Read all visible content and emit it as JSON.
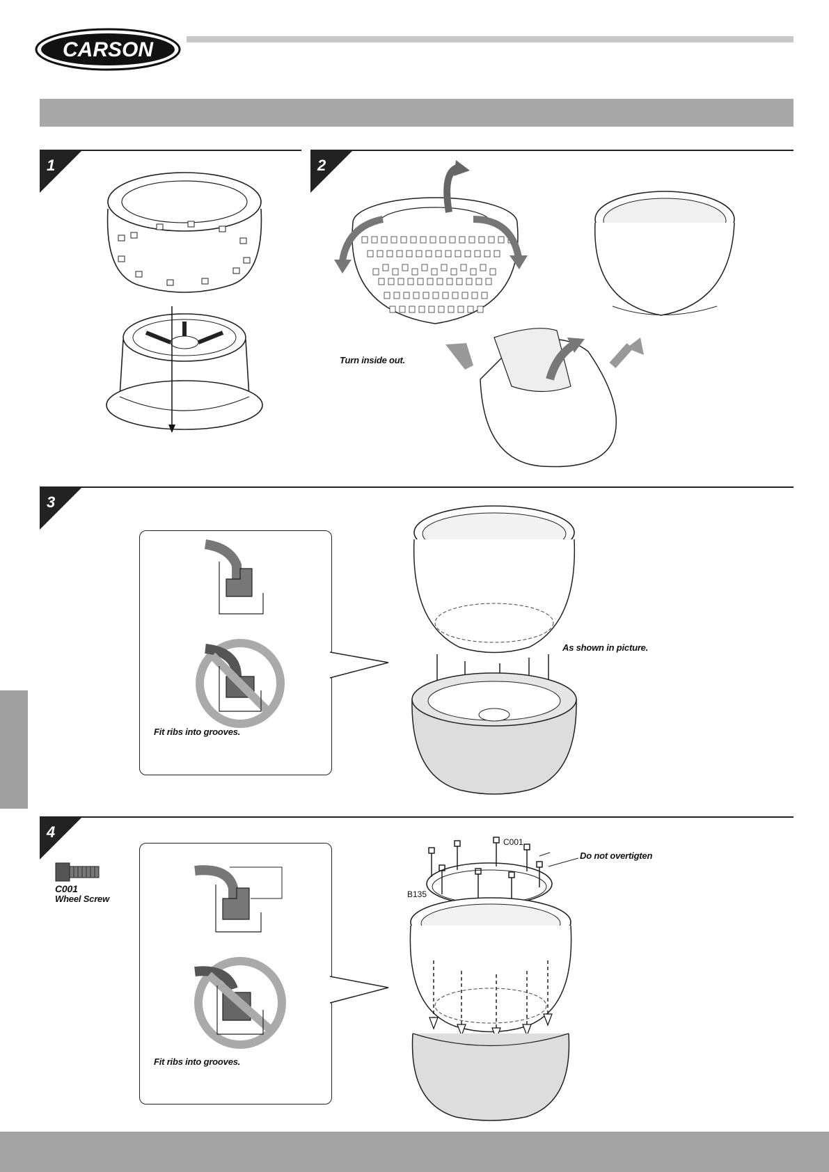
{
  "header": {
    "brand": "CARSON"
  },
  "steps": [
    {
      "number": "1"
    },
    {
      "number": "2",
      "caption": "Turn inside out."
    },
    {
      "number": "3",
      "caption_detail": "Fit ribs into grooves.",
      "caption_main": "As shown in picture."
    },
    {
      "number": "4",
      "caption_detail": "Fit ribs into grooves.",
      "warning": "Do not overtigten",
      "part_code": "C001",
      "part_name": "Wheel Screw",
      "label_screw": "C001",
      "label_ring": "B135"
    }
  ]
}
